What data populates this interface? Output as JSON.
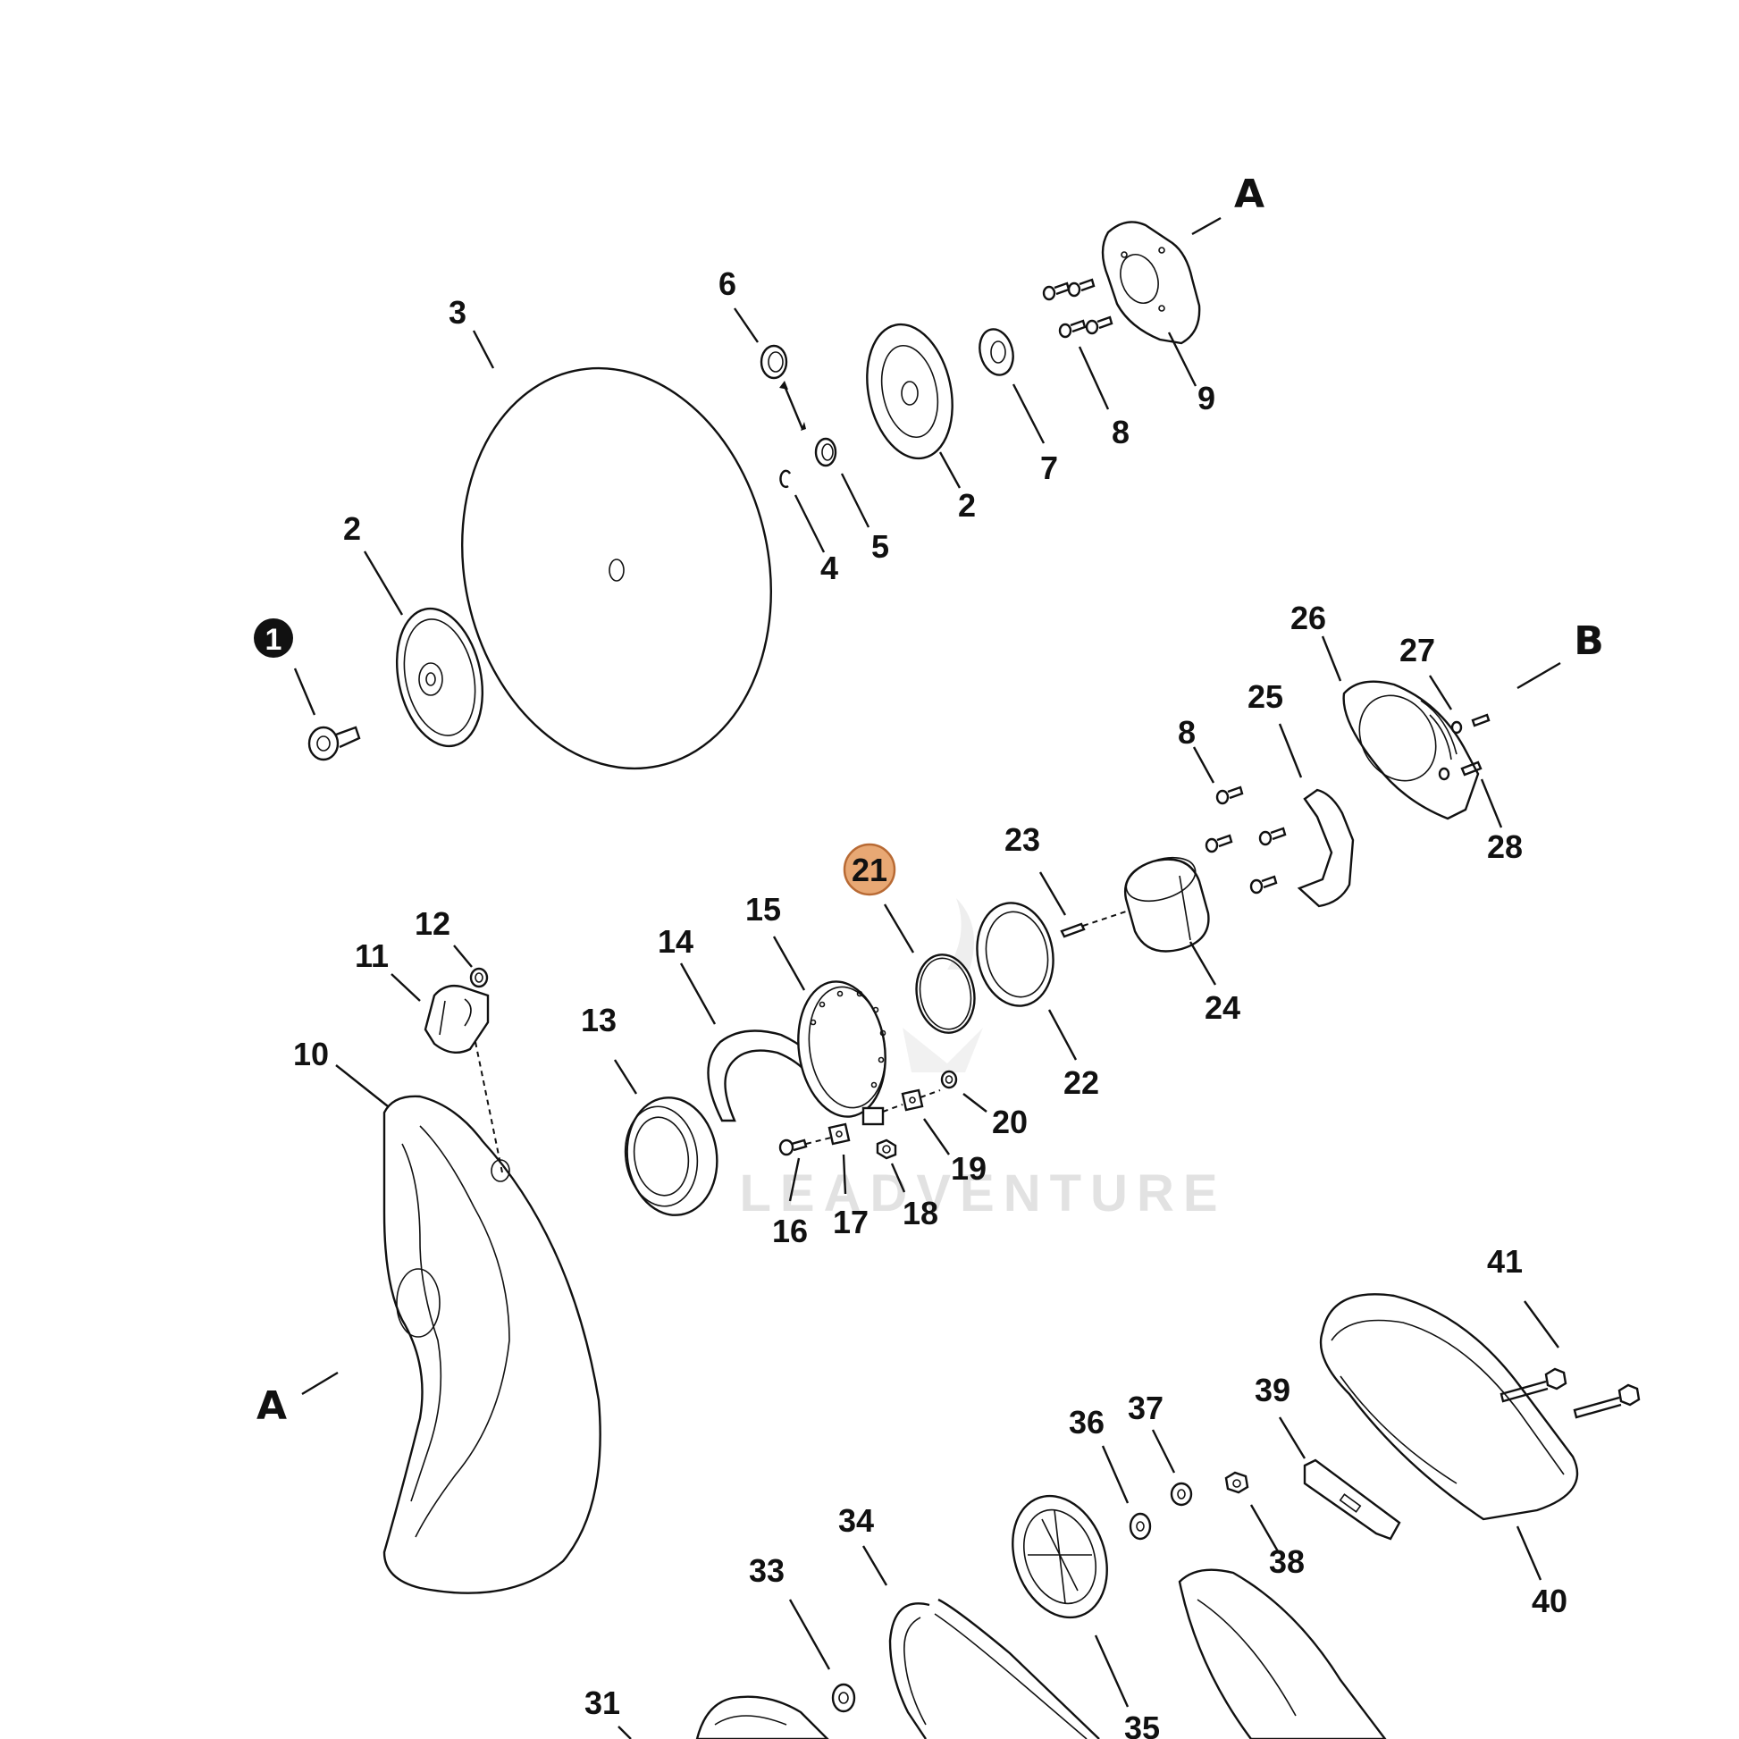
{
  "watermark": "LEADVENTURE",
  "section_labels": {
    "a_top": "A",
    "b": "B",
    "a_left": "A"
  },
  "callout_1": "1",
  "highlight": {
    "label": "21",
    "fill": "#E8A874",
    "stroke": "#B86A34"
  },
  "labels": {
    "n2a": "2",
    "n2b": "2",
    "n3": "3",
    "n4": "4",
    "n5": "5",
    "n6": "6",
    "n7": "7",
    "n8a": "8",
    "n8b": "8",
    "n9": "9",
    "n10": "10",
    "n11": "11",
    "n12": "12",
    "n13": "13",
    "n14": "14",
    "n15": "15",
    "n16": "16",
    "n17": "17",
    "n18": "18",
    "n19": "19",
    "n20": "20",
    "n22": "22",
    "n23": "23",
    "n24": "24",
    "n25": "25",
    "n26": "26",
    "n27": "27",
    "n28": "28",
    "n31": "31",
    "n33": "33",
    "n34": "34",
    "n35": "35",
    "n36": "36",
    "n37": "37",
    "n38": "38",
    "n39": "39",
    "n40": "40",
    "n41": "41"
  }
}
